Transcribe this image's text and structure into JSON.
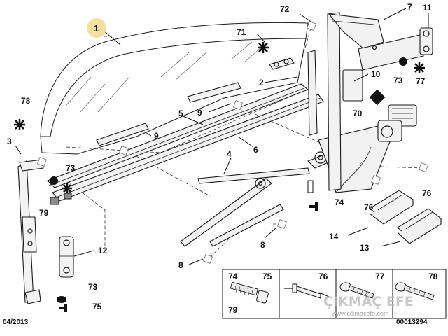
{
  "diagram": {
    "callouts": [
      "1",
      "2",
      "3",
      "4",
      "5",
      "6",
      "7",
      "8",
      "8",
      "9",
      "9",
      "10",
      "11",
      "12",
      "13",
      "14",
      "70",
      "71",
      "72",
      "73",
      "73",
      "73",
      "74",
      "76",
      "76",
      "77",
      "78",
      "79"
    ],
    "fastener_table": {
      "top_row": [
        "74",
        "75",
        "76",
        "77",
        "78"
      ],
      "bottom_row": [
        "79"
      ]
    },
    "date_code": "04/2013",
    "ref_code": "00013294",
    "watermark": {
      "title": "ÇIKMAÇ EFE",
      "url": "www.cikmacefe.com"
    }
  }
}
